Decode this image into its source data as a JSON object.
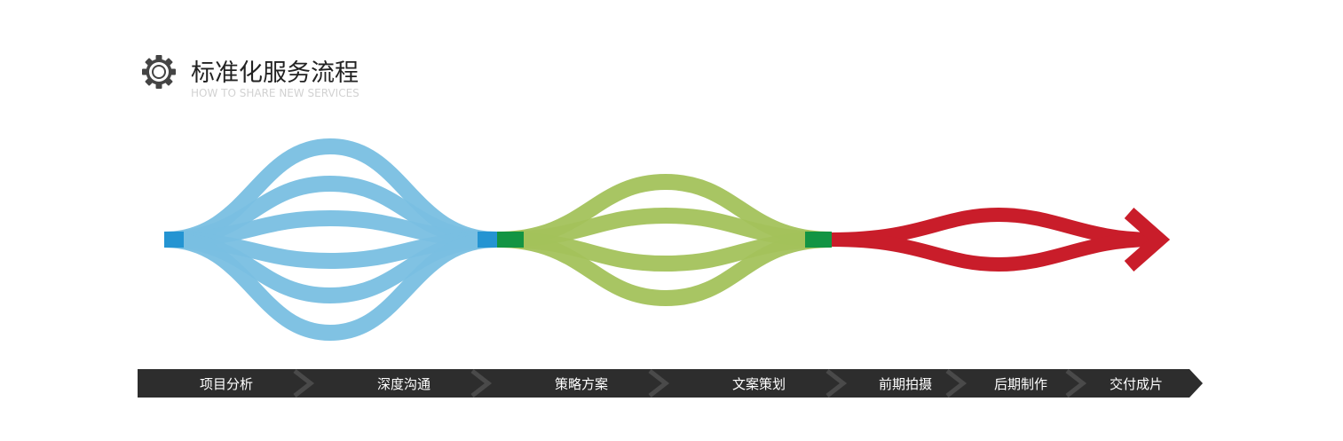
{
  "header": {
    "title": "标准化服务流程",
    "subtitle": "HOW TO SHARE NEW SERVICES",
    "icon": "gear-icon"
  },
  "flow": {
    "colors": {
      "blue": "#79bfe1",
      "blue_dark": "#2494d2",
      "green": "#a3c25b",
      "green_dark": "#139443",
      "red": "#c91d2a"
    }
  },
  "steps": [
    {
      "label": "项目分析"
    },
    {
      "label": "深度沟通"
    },
    {
      "label": "策略方案"
    },
    {
      "label": "文案策划"
    },
    {
      "label": "前期拍摄"
    },
    {
      "label": "后期制作"
    },
    {
      "label": "交付成片"
    }
  ],
  "step_bar_colors": {
    "bar": "#2d2d2d",
    "chevron": "#4a4a4a",
    "text": "#ffffff"
  }
}
